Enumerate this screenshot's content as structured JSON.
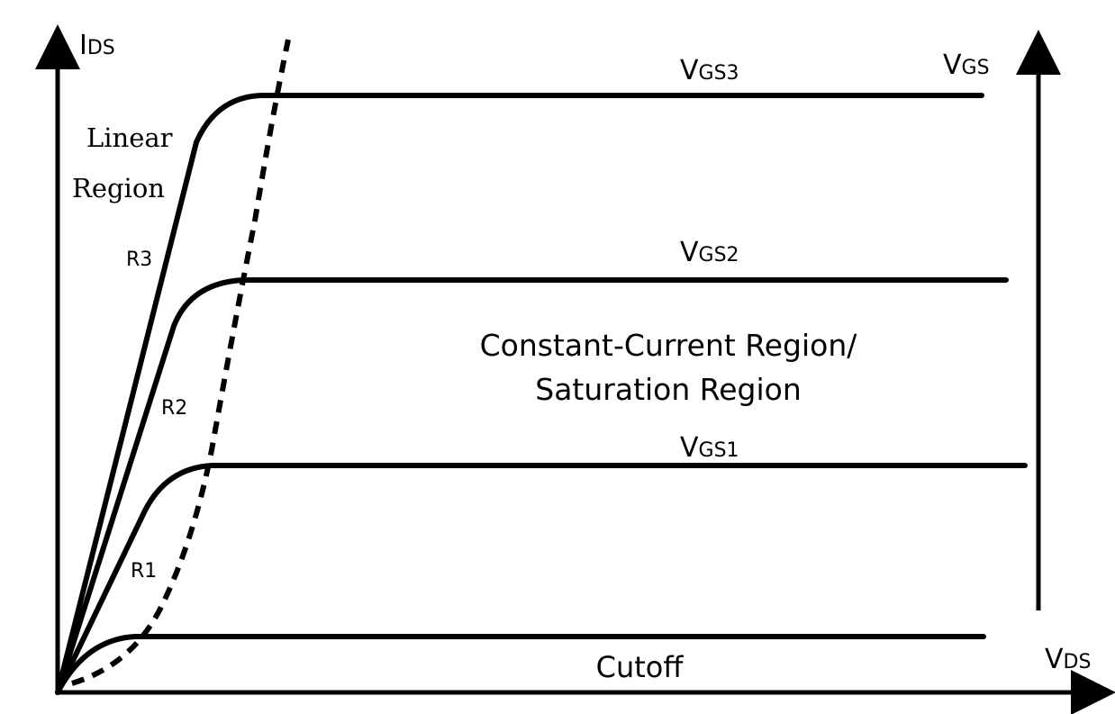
{
  "axes": {
    "y_main": "I",
    "y_sub": "DS",
    "x_main": "V",
    "x_sub": "DS",
    "vgs_main": "V",
    "vgs_sub": "GS"
  },
  "curves": {
    "vgs3": {
      "main": "V",
      "sub": "GS3"
    },
    "vgs2": {
      "main": "V",
      "sub": "GS2"
    },
    "vgs1": {
      "main": "V",
      "sub": "GS1"
    },
    "cutoff": "Cutoff"
  },
  "regions": {
    "linear_line1": "Linear",
    "linear_line2": "Region",
    "saturation_line1": "Constant-Current Region/",
    "saturation_line2": "Saturation Region"
  },
  "resistances": {
    "r3": "R3",
    "r2": "R2",
    "r1": "R1"
  }
}
